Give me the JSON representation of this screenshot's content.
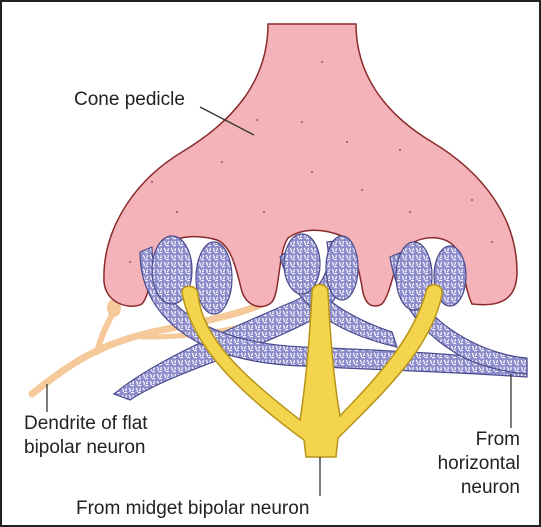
{
  "labels": {
    "cone_pedicle": "Cone pedicle",
    "flat_bipolar": "Dendrite of flat\nbipolar neuron",
    "horizontal": "From\nhorizontal\nneuron",
    "midget_bipolar": "From midget bipolar neuron"
  },
  "colors": {
    "pedicle_fill": "#f4b3b8",
    "pedicle_outline": "#8a2a2a",
    "horizontal_fill": "#8c8ccc",
    "horizontal_outline": "#4a4a8c",
    "midget_fill": "#f3d44c",
    "midget_outline": "#b8941a",
    "flat_bipolar_fill": "#f6c99a",
    "leader_line": "#333333"
  }
}
